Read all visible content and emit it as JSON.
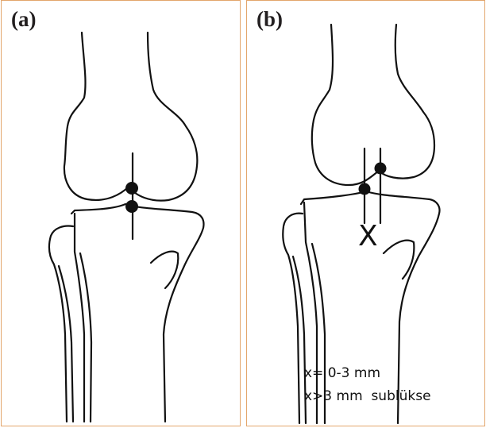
{
  "panels": [
    {
      "label": "(a)"
    },
    {
      "label": "(b)"
    }
  ],
  "measurement_label": "X",
  "legend": [
    "x= 0-3 mm",
    "x>3 mm  sublükse"
  ],
  "colors": {
    "border": "#e3a66c",
    "line": "#111111"
  }
}
